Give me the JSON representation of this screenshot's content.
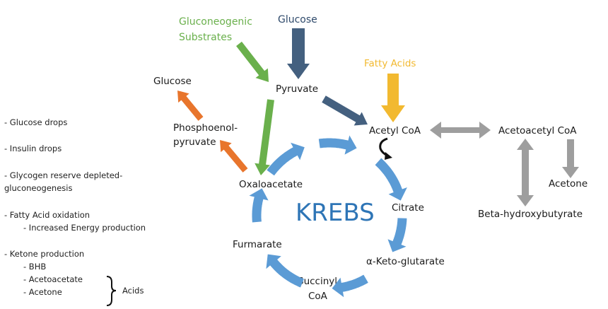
{
  "title": "KREBS",
  "colors": {
    "glucose_input": "#44607f",
    "gluconeogenic": "#6ab04c",
    "fatty_acids": "#f2b930",
    "gluconeogenesis_output": "#e8752c",
    "krebs_cycle": "#5b9bd5",
    "ketone": "#9e9e9e",
    "label_text": "#1a1a1a",
    "title": "#2e75b6"
  },
  "inputs": {
    "gluconeogenic_substrates": [
      "Gluconeogenic",
      "Substrates"
    ],
    "glucose_in": "Glucose",
    "fatty_acids": "Fatty Acids"
  },
  "nodes": {
    "glucose_out": "Glucose",
    "phosphoenolpyruvate": [
      "Phosphoenol-",
      "pyruvate"
    ],
    "pyruvate": "Pyruvate",
    "acetyl_coa": "Acetyl CoA",
    "oxaloacetate": "Oxaloacetate",
    "citrate": "Citrate",
    "alpha_keto_glutarate": "α-Keto-glutarate",
    "succinyl_coa": [
      "Succinyl",
      "CoA"
    ],
    "furmarate": "Furmarate",
    "acetoacetyl_coa": "Acetoacetyl CoA",
    "acetone": "Acetone",
    "beta_hydroxybutyrate": "Beta-hydroxybutyrate"
  },
  "notes": [
    {
      "text": "- Glucose drops",
      "indent": 0
    },
    {
      "text": "- Insulin drops",
      "indent": 0
    },
    {
      "text": "- Glycogen reserve depleted-",
      "indent": 0
    },
    {
      "text": "gluconeogenesis",
      "indent": 0
    },
    {
      "text": "- Fatty Acid oxidation",
      "indent": 0
    },
    {
      "text": "- Increased Energy production",
      "indent": 1
    },
    {
      "text": "- Ketone production",
      "indent": 0
    },
    {
      "text": "- BHB",
      "indent": 1
    },
    {
      "text": "- Acetoacetate",
      "indent": 1
    },
    {
      "text": "- Acetone",
      "indent": 1
    }
  ],
  "brace_label": "Acids"
}
